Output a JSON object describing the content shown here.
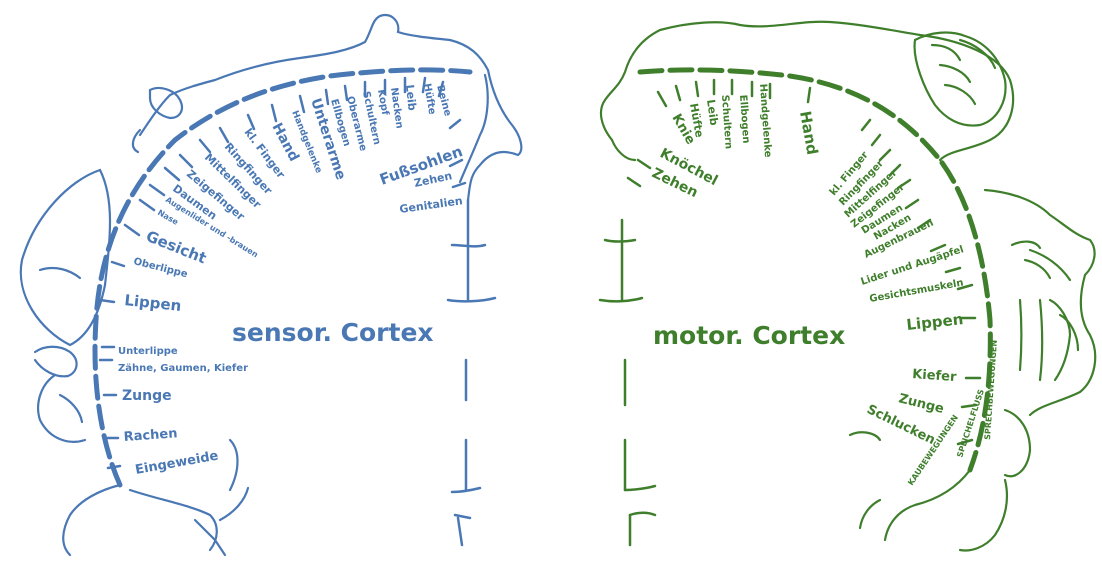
{
  "colors": {
    "sensory": "#4a78b4",
    "motor": "#3f7f2c"
  },
  "sensory": {
    "title": "sensor. Cortex",
    "labels": {
      "genitalien": "Genitalien",
      "zehen": "Zehen",
      "fusssohlen": "Fußsohlen",
      "beine": "Beine",
      "huefte": "Hüfte",
      "leib": "Leib",
      "nacken": "Nacken",
      "kopf": "Kopf",
      "schultern": "Schultern",
      "oberarme": "Oberarme",
      "ellbogen": "Ellbogen",
      "unterarme": "Unterarme",
      "handgelenke": "Handgelenke",
      "hand": "Hand",
      "kl_finger": "kl. Finger",
      "ringfinger": "Ringfinger",
      "mittelfinger": "Mittelfinger",
      "zeigefinger": "Zeigefinger",
      "daumen": "Daumen",
      "augenlider": "Augenlider und -brauen",
      "nase": "Nase",
      "gesicht": "Gesicht",
      "oberlippe": "Oberlippe",
      "lippen": "Lippen",
      "unterlippe": "Unterlippe",
      "zaehne": "Zähne, Gaumen, Kiefer",
      "zunge": "Zunge",
      "rachen": "Rachen",
      "eingeweide": "Eingeweide"
    }
  },
  "motor": {
    "title": "motor. Cortex",
    "labels": {
      "zehen": "Zehen",
      "knoechel": "Knöchel",
      "knie": "Knie",
      "huefte": "Hüfte",
      "leib": "Leib",
      "schultern": "Schultern",
      "ellbogen": "Ellbogen",
      "handgelenke": "Handgelenke",
      "hand": "Hand",
      "kl_finger": "kl. Finger",
      "ringfinger": "Ringfinger",
      "mittelfinger": "Mittelfinger",
      "zeigefinger": "Zeigefinger",
      "daumen": "Daumen",
      "nacken": "Nacken",
      "augenbrauen": "Augenbrauen",
      "lider": "Lider und Augäpfel",
      "gesichtsmuskeln": "Gesichtsmuskeln",
      "lippen": "Lippen",
      "kiefer": "Kiefer",
      "zunge": "Zunge",
      "schlucken": "Schlucken",
      "kaubewegungen": "KAUBEWEGUNGEN",
      "speichelfluss": "SPEICHELFLUSS",
      "sprechbewegungen": "SPRECHBEWEGUNGEN"
    }
  }
}
